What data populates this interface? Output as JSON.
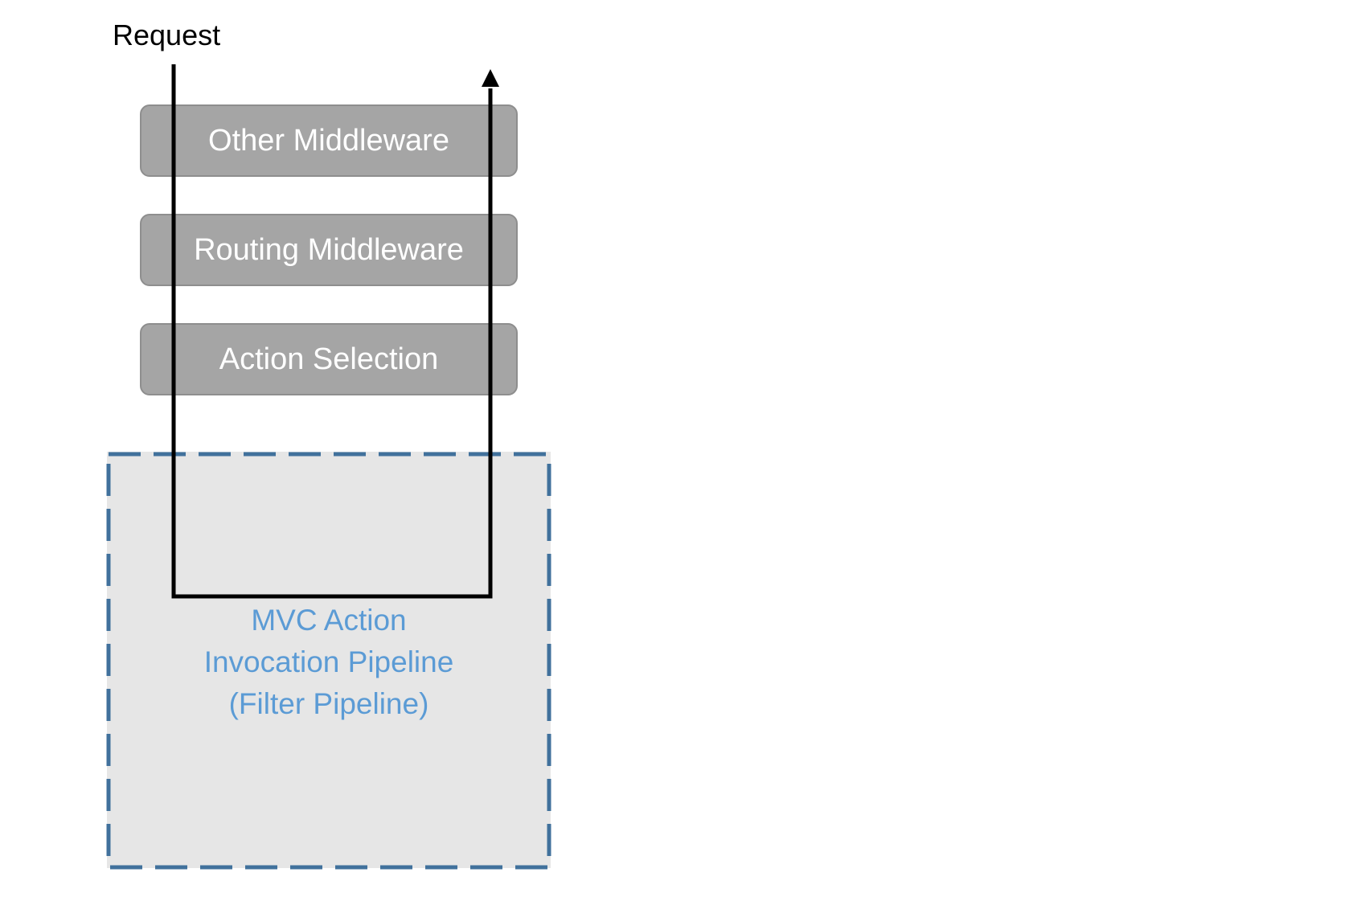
{
  "request_label": "Request",
  "stages": [
    "Other Middleware",
    "Routing Middleware",
    "Action Selection"
  ],
  "pipeline": {
    "lines": [
      "MVC Action",
      "Invocation Pipeline",
      "(Filter Pipeline)"
    ]
  },
  "colors": {
    "stage_fill": "#a5a5a5",
    "stage_text": "#ffffff",
    "pipeline_fill": "#e6e6e6",
    "pipeline_border": "#41719c",
    "pipeline_text": "#5b9bd5",
    "arrow": "#000000"
  }
}
